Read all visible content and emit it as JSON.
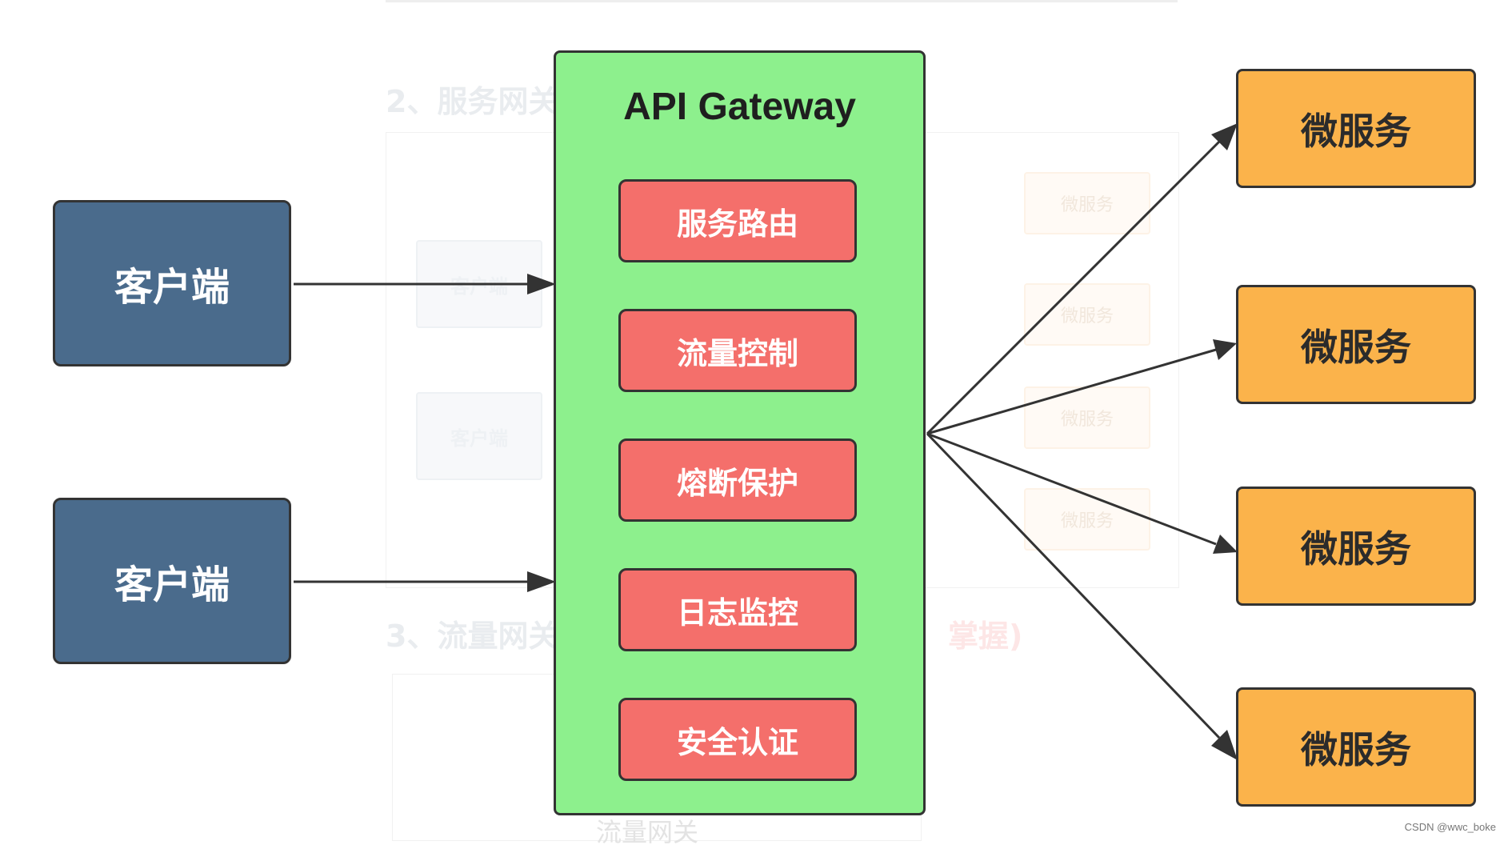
{
  "gateway": {
    "title": "API Gateway",
    "features": [
      "服务路由",
      "流量控制",
      "熔断保护",
      "日志监控",
      "安全认证"
    ]
  },
  "clients": [
    "客户端",
    "客户端"
  ],
  "services": [
    "微服务",
    "微服务",
    "微服务",
    "微服务"
  ],
  "background": {
    "heading2": "2、服务网关",
    "heading3": "3、流量网关",
    "heading3_tail": "掌握)",
    "client_boxes": [
      "客户端",
      "客户端"
    ],
    "service_boxes": [
      "微服务",
      "微服务",
      "微服务",
      "微服务"
    ],
    "bottom_label": "流量网关"
  },
  "watermark": "CSDN @wwc_boke",
  "colors": {
    "client": "#4a6b8c",
    "gateway": "#8df08d",
    "feature": "#f46f6b",
    "service": "#fbb34b",
    "stroke": "#333333"
  }
}
